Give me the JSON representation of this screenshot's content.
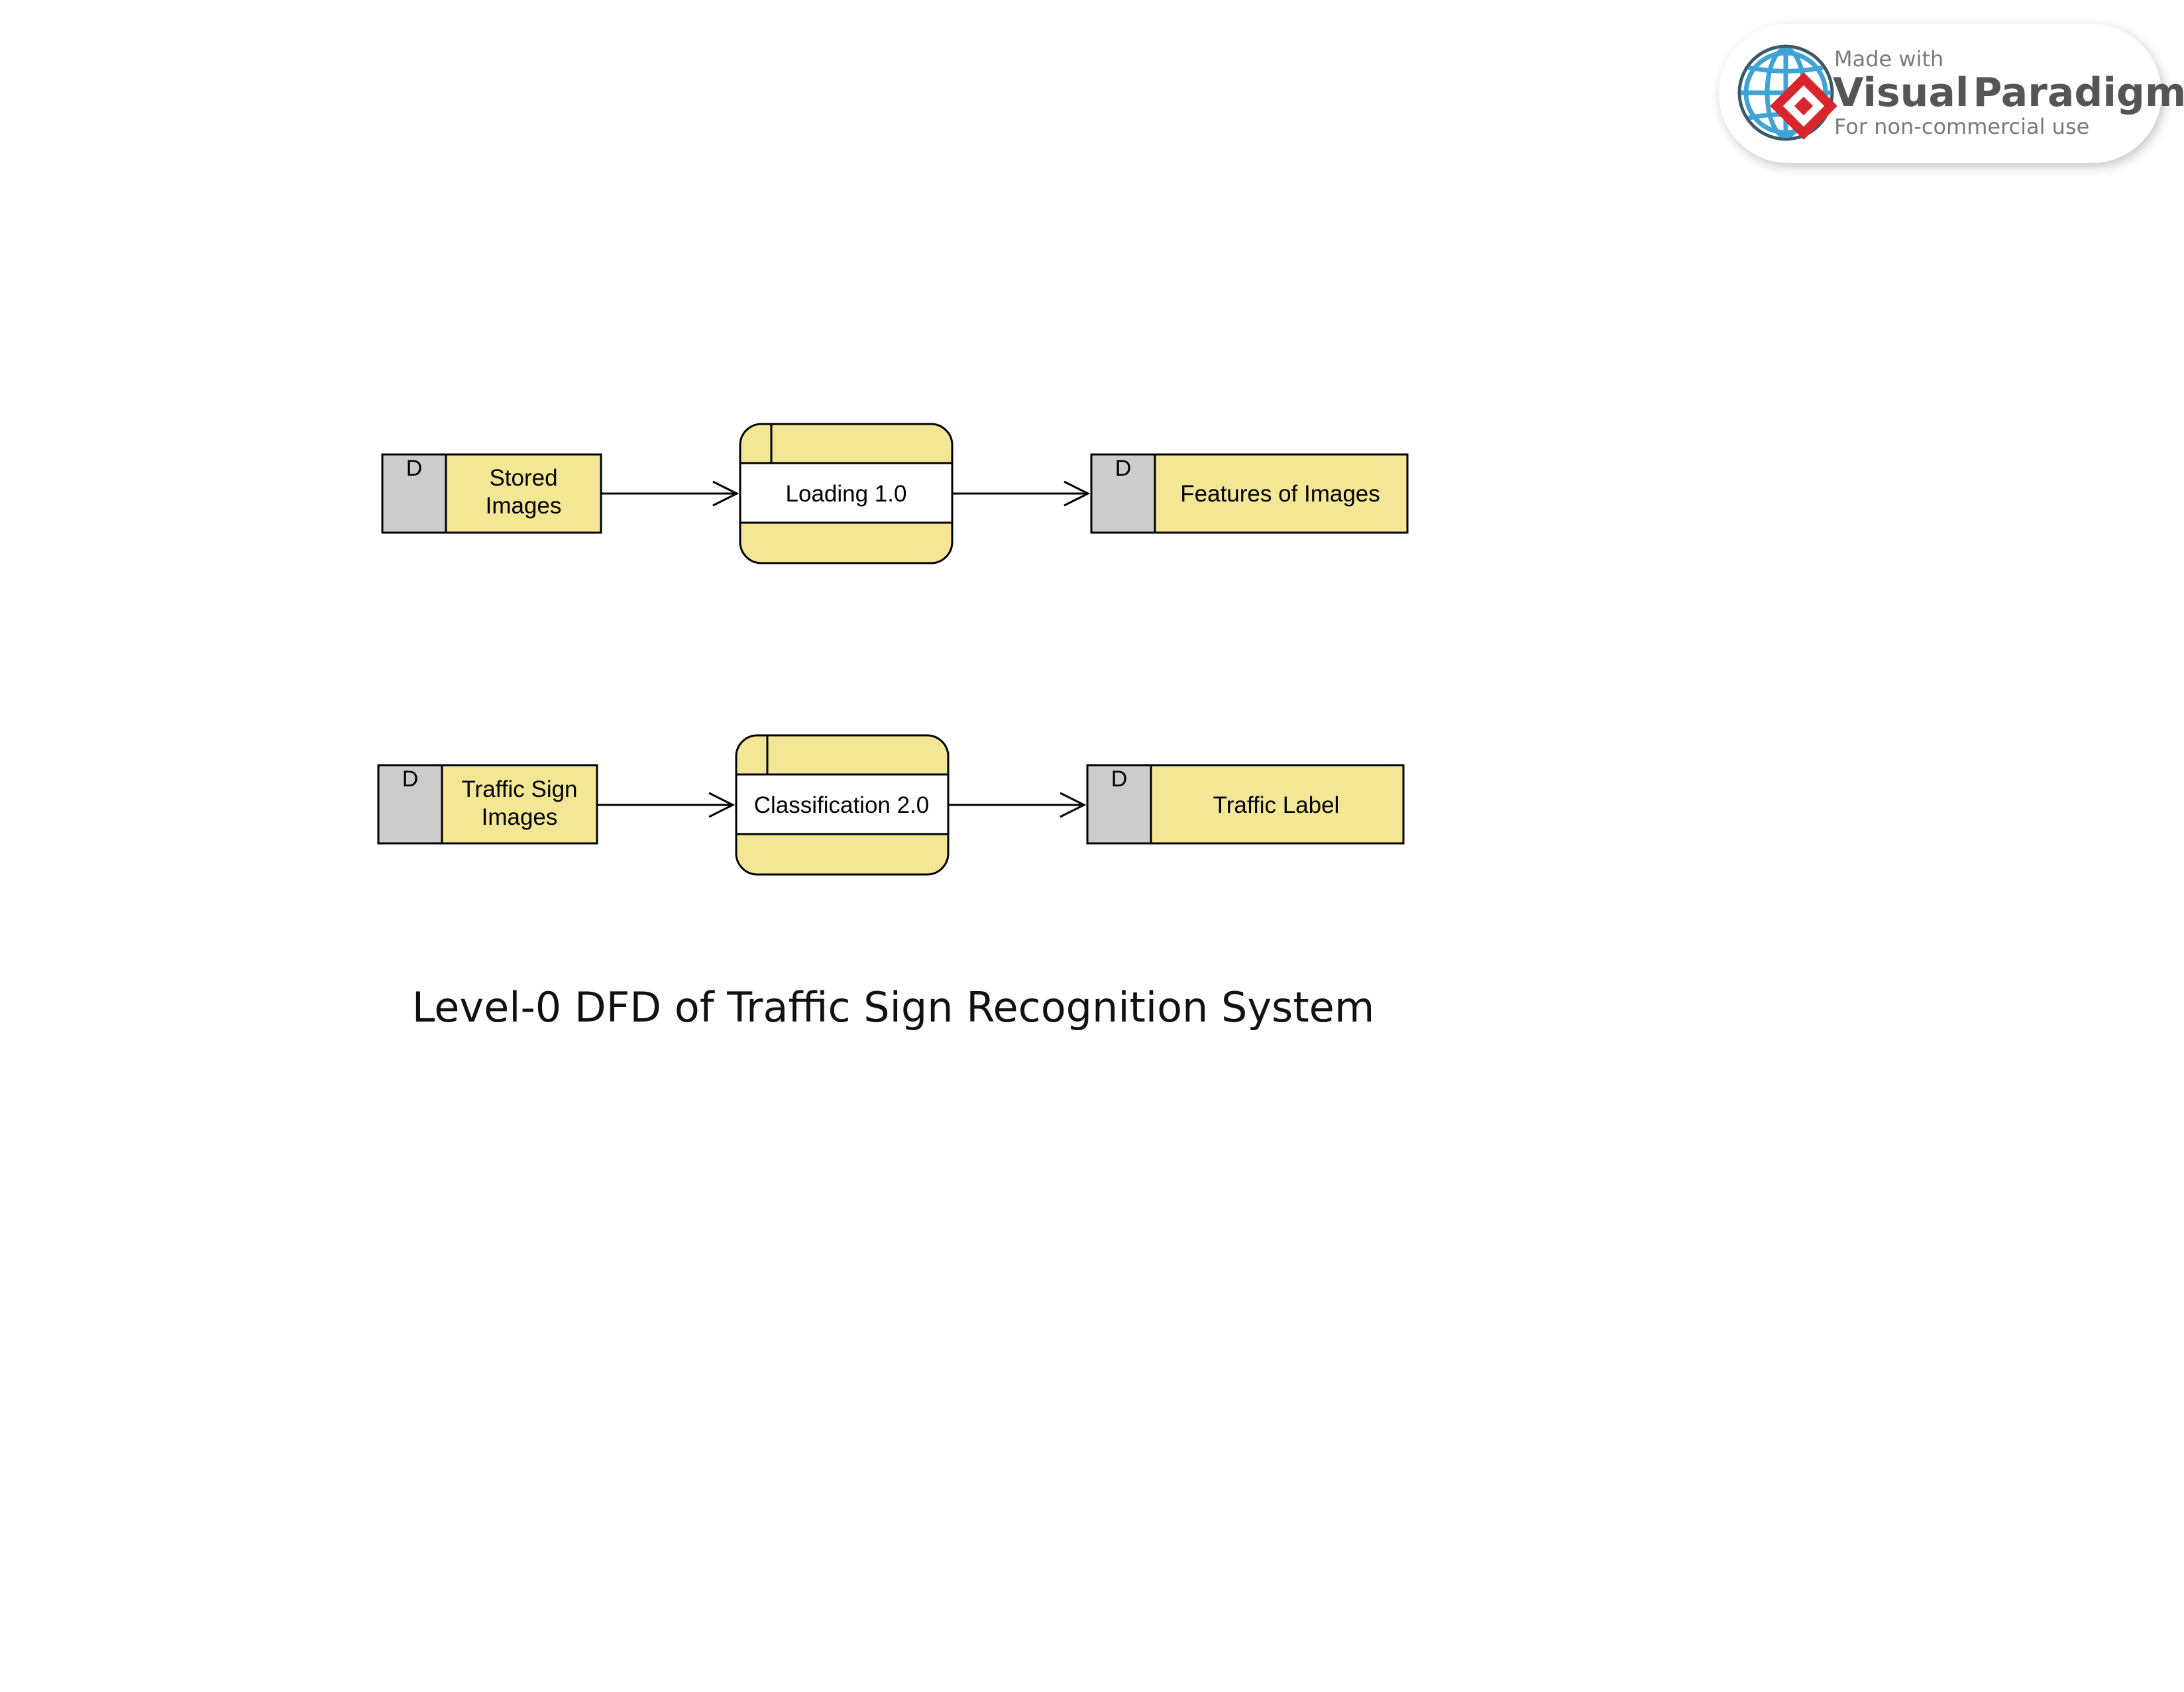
{
  "diagram": {
    "title": "Level-0 DFD of Traffic Sign Recognition System",
    "colors": {
      "store_fill": "#f3e796",
      "store_id_fill": "#cccccc",
      "process_fill": "#f3e796",
      "process_body": "#ffffff",
      "line": "#000000"
    },
    "rows": [
      {
        "source": {
          "id": "D",
          "lines": [
            "Stored",
            "Images"
          ]
        },
        "process": {
          "label": "Loading 1.0"
        },
        "target": {
          "id": "D",
          "lines": [
            "Features of Images"
          ]
        }
      },
      {
        "source": {
          "id": "D",
          "lines": [
            "Traffic Sign",
            "Images"
          ]
        },
        "process": {
          "label": "Classification 2.0"
        },
        "target": {
          "id": "D",
          "lines": [
            "Traffic Label"
          ]
        }
      }
    ]
  },
  "badge": {
    "made_with": "Made with",
    "brand_visual": "Visual",
    "brand_paradigm": "Paradigm",
    "note": "For non-commercial use",
    "colors": {
      "globe": "#3fa3d6",
      "mark": "#d9262c"
    }
  }
}
